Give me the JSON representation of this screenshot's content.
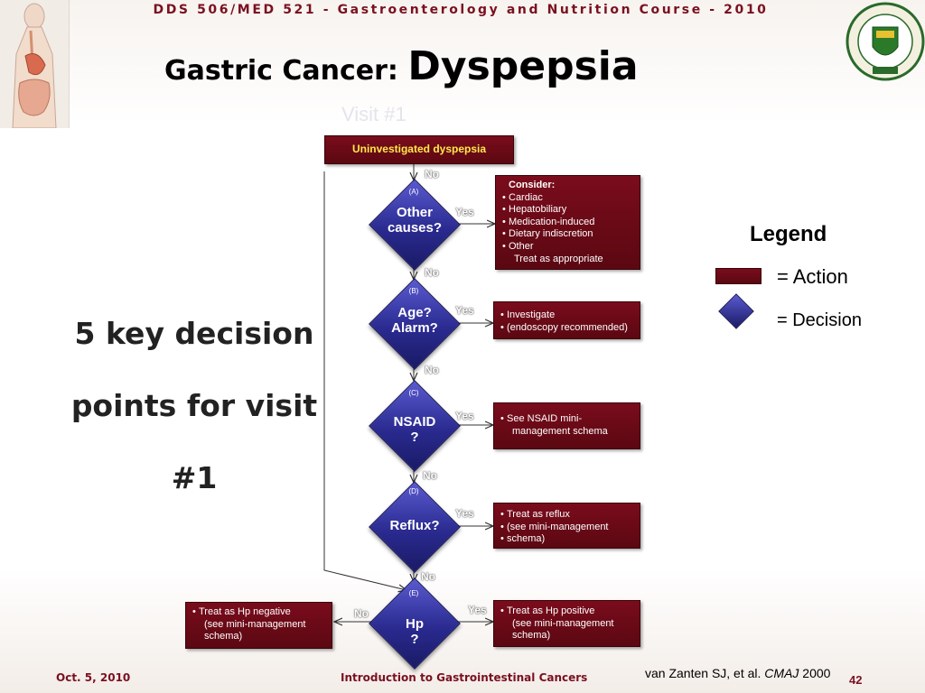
{
  "header": {
    "course": "DDS 506/MED 521 - Gastroenterology and Nutrition Course - 2010",
    "title_prefix": "Gastric Cancer: ",
    "title_main": "Dyspepsia",
    "visit_label": "Visit #1"
  },
  "side_text": {
    "line1": "5 key decision",
    "line2": "points for visit",
    "line3": "#1"
  },
  "flowchart": {
    "start": "Uninvestigated dyspepsia",
    "decisions": [
      {
        "letter": "(A)",
        "line1": "Other",
        "line2": "causes?"
      },
      {
        "letter": "(B)",
        "line1": "Age?",
        "line2": "Alarm?"
      },
      {
        "letter": "(C)",
        "line1": "NSAID",
        "line2": "?"
      },
      {
        "letter": "(D)",
        "line1": "Reflux?",
        "line2": ""
      },
      {
        "letter": "(E)",
        "line1": "Hp",
        "line2": "?"
      }
    ],
    "labels": {
      "yes": "Yes",
      "no": "No"
    },
    "actions": {
      "a": {
        "header": "Consider:",
        "items": [
          "Cardiac",
          "Hepatobiliary",
          "Medication-induced",
          "Dietary indiscretion",
          "Other"
        ],
        "tail": "Treat as appropriate"
      },
      "b": {
        "items": [
          "Investigate",
          "(endoscopy recommended)"
        ]
      },
      "c": {
        "item": "See NSAID mini-",
        "cont": "management schema"
      },
      "d": {
        "items": [
          "Treat as reflux",
          "(see mini-management",
          "schema)"
        ]
      },
      "e_yes": {
        "item": "Treat as Hp positive",
        "cont1": "(see mini-management",
        "cont2": "schema)"
      },
      "e_no": {
        "item": "Treat as Hp negative",
        "cont1": "(see mini-management",
        "cont2": "schema)"
      }
    }
  },
  "legend": {
    "title": "Legend",
    "action_label": "= Action",
    "decision_label": "= Decision"
  },
  "footer": {
    "date": "Oct. 5, 2010",
    "course": "Introduction to Gastrointestinal Cancers",
    "page": "42",
    "citation_authors": "van Zanten SJ, et al. ",
    "citation_journal": "CMAJ",
    "citation_year": " 2000"
  },
  "colors": {
    "action_fill": "#6b0a18",
    "decision_fill": "#2a2a90",
    "accent": "#7a1020",
    "start_text": "#ffe94a"
  },
  "icons": {
    "anatomy": "digestive-system-illustration",
    "seal": "university-of-alberta-seal"
  }
}
